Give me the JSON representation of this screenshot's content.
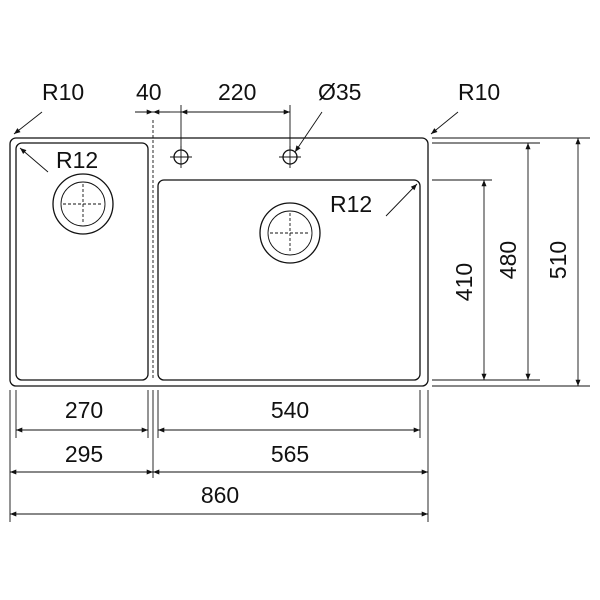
{
  "labels": {
    "r10_left": "R10",
    "dim_40": "40",
    "dim_220": "220",
    "dia_35": "Ø35",
    "r10_right": "R10",
    "r12_left": "R12",
    "r12_right": "R12",
    "dim_410": "410",
    "dim_480": "480",
    "dim_510": "510",
    "dim_270": "270",
    "dim_540": "540",
    "dim_295": "295",
    "dim_565": "565",
    "dim_860": "860"
  }
}
